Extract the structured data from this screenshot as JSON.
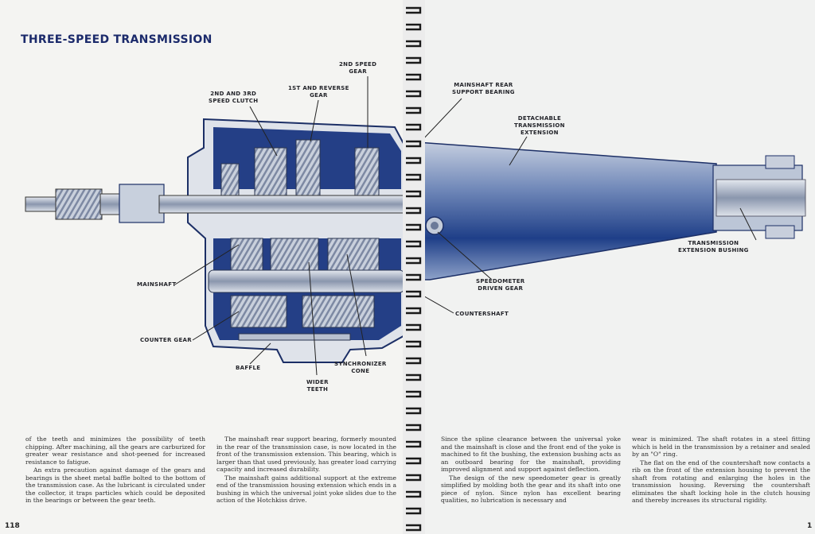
{
  "title": "THREE-SPEED TRANSMISSION",
  "labels": {
    "second_speed_gear": "2ND SPEED\nGEAR",
    "first_reverse_gear": "1ST AND REVERSE\nGEAR",
    "clutch_2_3": "2ND AND 3RD\nSPEED CLUTCH",
    "mainshaft_rear_support": "MAINSHAFT REAR\nSUPPORT BEARING",
    "detachable_extension": "DETACHABLE\nTRANSMISSION\nEXTENSION",
    "extension_bushing": "TRANSMISSION\nEXTENSION BUSHING",
    "mainshaft": "MAINSHAFT",
    "speedometer_gear": "SPEEDOMETER\nDRIVEN GEAR",
    "countershaft": "COUNTERSHAFT",
    "counter_gear": "COUNTER GEAR",
    "baffle": "BAFFLE",
    "synchronizer_cone": "SYNCHRONIZER\nCONE",
    "wider_teeth": "WIDER\nTEETH"
  },
  "columns": {
    "c1": [
      "of the teeth and minimizes the possibility of teeth chipping. After machining, all the gears are carburized for greater wear resistance and shot-peened for increased resistance to fatigue.",
      "An extra precaution against damage of the gears and bearings is the sheet metal baffle bolted to the bottom of the transmission case. As the lubricant is circulated under the collector, it traps particles which could be deposited in the bearings or between the gear teeth."
    ],
    "c2": [
      "The mainshaft rear support bearing, formerly mounted in the rear of the transmission case, is now located in the front of the transmission extension. This bearing, which is larger than that used previously, has greater load carrying capacity and increased durability.",
      "The mainshaft gains additional support at the extreme end of the transmission housing extension which ends in a bushing in which the universal joint yoke slides due to the action of the Hotchkiss drive."
    ],
    "c3": [
      "Since the spline clearance between the universal yoke and the mainshaft is close and the front end of the yoke is machined to fit the bushing, the extension bushing acts as an outboard bearing for the mainshaft, providing improved alignment and support against deflection.",
      "The design of the new speedometer gear is greatly simplified by molding both the gear and its shaft into one piece of nylon. Since nylon has excellent bearing qualities, no lubrication is necessary and"
    ],
    "c4": [
      "wear is minimized. The shaft rotates in a steel fitting which is held in the transmission by a retainer and sealed by an \"O\" ring.",
      "The flat on the end of the countershaft now contacts a rib on the front of the extension housing to prevent the shaft from rotating and enlarging the holes in the transmission housing. Reversing the countershaft eliminates the shaft locking hole in the clutch housing and thereby increases its structural rigidity."
    ]
  },
  "page_numbers": {
    "left": "118",
    "right": "1"
  },
  "colors": {
    "title": "#1b2a6b",
    "case_blue": "#243f86",
    "steel": "#b9c2d2"
  }
}
